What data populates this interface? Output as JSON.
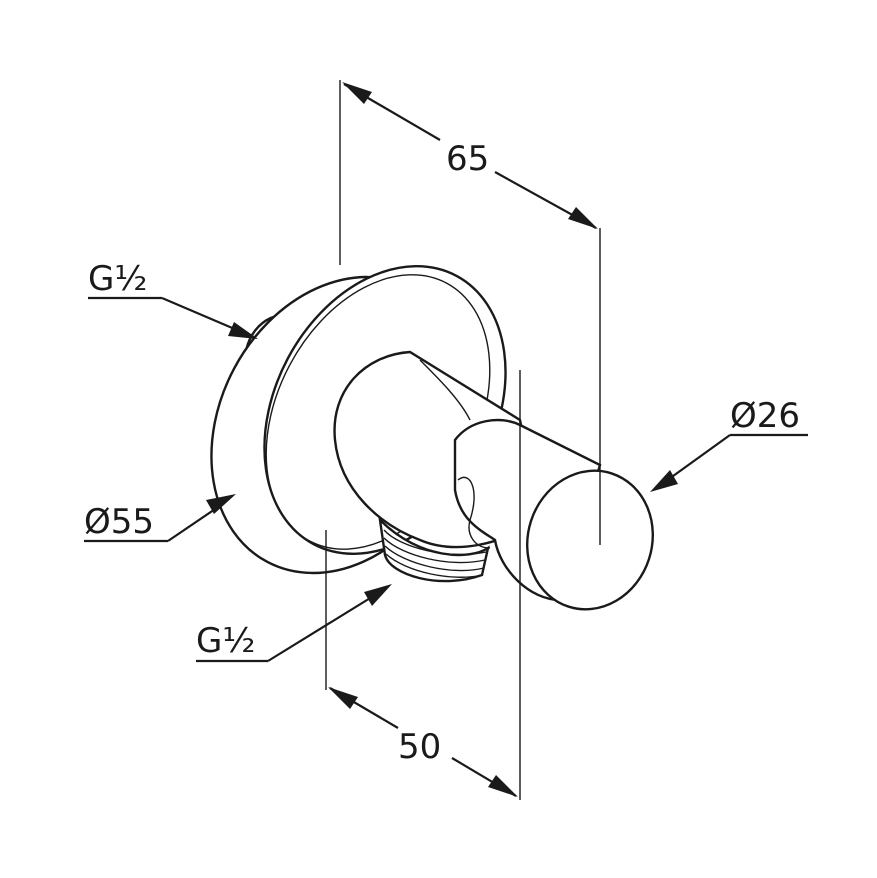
{
  "dimensions": {
    "depth_total": "65",
    "depth_holder": "50",
    "rosette_diameter": "Ø55",
    "holder_diameter": "Ø26",
    "wall_thread": "G½",
    "outlet_thread": "G½"
  }
}
